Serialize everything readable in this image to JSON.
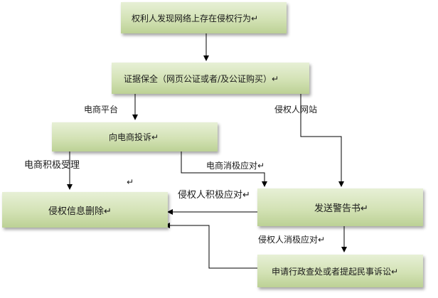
{
  "nodes": {
    "discover": "权利人发现网络上存在侵权行为↵",
    "evidence": "证据保全（网页公证或者/及公证购买）↵",
    "complain": "向电商投诉↵",
    "delete": "侵权信息删除↵",
    "warning": "发送警告书↵",
    "lawsuit": "申请行政查处或者提起民事诉讼↵"
  },
  "edge_labels": {
    "ecommerce_platform": "电商平台",
    "infringer_website": "侵权人网站",
    "ecommerce_accept": "电商积极受理",
    "ecommerce_passive": "电商消极应对↵",
    "infringer_active": "侵权人积极应对↵",
    "infringer_passive": "侵权人消极应对↵"
  },
  "stray_marks": {
    "return_mark": "↵"
  },
  "colors": {
    "box_top": "#e7f0d6",
    "box_bottom": "#bcd195",
    "line": "#000000"
  }
}
